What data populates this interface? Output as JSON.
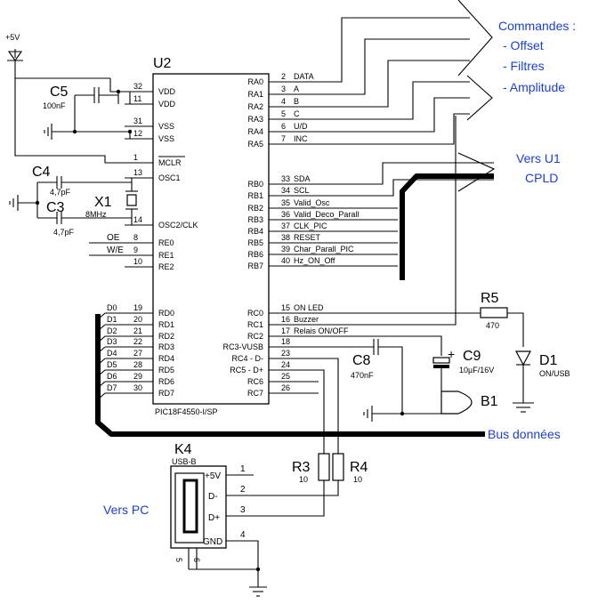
{
  "power": {
    "vcc": "+5V"
  },
  "chip": {
    "ref": "U2",
    "part": "PIC18F4550-I/SP",
    "left_pins": [
      {
        "num": "32",
        "name": "VDD"
      },
      {
        "num": "11",
        "name": "VDD"
      },
      {
        "num": "31",
        "name": "VSS"
      },
      {
        "num": "12",
        "name": "VSS"
      },
      {
        "num": "1",
        "name": "MCLR"
      },
      {
        "num": "13",
        "name": "OSC1"
      },
      {
        "num": "14",
        "name": "OSC2/CLK"
      },
      {
        "num": "8",
        "name": "RE0"
      },
      {
        "num": "9",
        "name": "RE1"
      },
      {
        "num": "10",
        "name": "RE2"
      },
      {
        "num": "19",
        "name": "RD0"
      },
      {
        "num": "20",
        "name": "RD1"
      },
      {
        "num": "21",
        "name": "RD2"
      },
      {
        "num": "22",
        "name": "RD3"
      },
      {
        "num": "27",
        "name": "RD4"
      },
      {
        "num": "28",
        "name": "RD5"
      },
      {
        "num": "29",
        "name": "RD6"
      },
      {
        "num": "30",
        "name": "RD7"
      }
    ],
    "right_pins": [
      {
        "num": "2",
        "name": "RA0",
        "net": "DATA"
      },
      {
        "num": "3",
        "name": "RA1",
        "net": "A"
      },
      {
        "num": "4",
        "name": "RA2",
        "net": "B"
      },
      {
        "num": "5",
        "name": "RA3",
        "net": "C"
      },
      {
        "num": "6",
        "name": "RA4",
        "net": "U/D"
      },
      {
        "num": "7",
        "name": "RA5",
        "net": "INC"
      },
      {
        "num": "33",
        "name": "RB0",
        "net": "SDA"
      },
      {
        "num": "34",
        "name": "RB1",
        "net": "SCL"
      },
      {
        "num": "35",
        "name": "RB2",
        "net": "Valid_Osc"
      },
      {
        "num": "36",
        "name": "RB3",
        "net": "Valid_Deco_Parall"
      },
      {
        "num": "37",
        "name": "RB4",
        "net": "CLK_PIC"
      },
      {
        "num": "38",
        "name": "RB5",
        "net": "RESET"
      },
      {
        "num": "39",
        "name": "RB6",
        "net": "Char_Parall_PIC"
      },
      {
        "num": "40",
        "name": "RB7",
        "net": "Hz_ON_Off"
      },
      {
        "num": "15",
        "name": "RC0",
        "net": "ON LED"
      },
      {
        "num": "16",
        "name": "RC1",
        "net": "Buzzer"
      },
      {
        "num": "17",
        "name": "RC2",
        "net": "Relais ON/OFF"
      },
      {
        "num": "18",
        "name": "RC3-VUSB",
        "net": ""
      },
      {
        "num": "23",
        "name": "RC4 - D-",
        "net": ""
      },
      {
        "num": "24",
        "name": "RC5 - D+",
        "net": ""
      },
      {
        "num": "25",
        "name": "RC6",
        "net": ""
      },
      {
        "num": "26",
        "name": "RC7",
        "net": ""
      }
    ]
  },
  "left_nets": {
    "re": [
      "OE",
      "W/E"
    ],
    "rd": [
      "D0",
      "D1",
      "D2",
      "D3",
      "D4",
      "D5",
      "D6",
      "D7"
    ]
  },
  "components": {
    "c5": {
      "ref": "C5",
      "value": "100nF"
    },
    "c4": {
      "ref": "C4",
      "value": "4,7pF"
    },
    "c3": {
      "ref": "C3",
      "value": "4,7pF"
    },
    "x1": {
      "ref": "X1",
      "value": "8MHz"
    },
    "c8": {
      "ref": "C8",
      "value": "470nF"
    },
    "c9": {
      "ref": "C9",
      "value": "10µF/16V"
    },
    "r5": {
      "ref": "R5",
      "value": "470"
    },
    "d1": {
      "ref": "D1",
      "value": "ON/USB"
    },
    "b1": {
      "ref": "B1"
    },
    "r3": {
      "ref": "R3",
      "value": "10"
    },
    "r4": {
      "ref": "R4",
      "value": "10"
    },
    "k4": {
      "ref": "K4",
      "type": "USB-B",
      "pins": [
        {
          "num": "1",
          "name": "+5V"
        },
        {
          "num": "2",
          "name": "D-"
        },
        {
          "num": "3",
          "name": "D+"
        },
        {
          "num": "4",
          "name": "GND"
        }
      ],
      "shield": [
        "5",
        "6"
      ]
    }
  },
  "labels": {
    "commandes_title": "Commandes :",
    "commandes_items": [
      "- Offset",
      "- Filtres",
      "- Amplitude"
    ],
    "vers_u1": "Vers U1",
    "cpld": "CPLD",
    "bus": "Bus données",
    "vers_pc": "Vers PC"
  },
  "colors": {
    "annotation": "#1a3fd6",
    "wire": "#000000"
  }
}
